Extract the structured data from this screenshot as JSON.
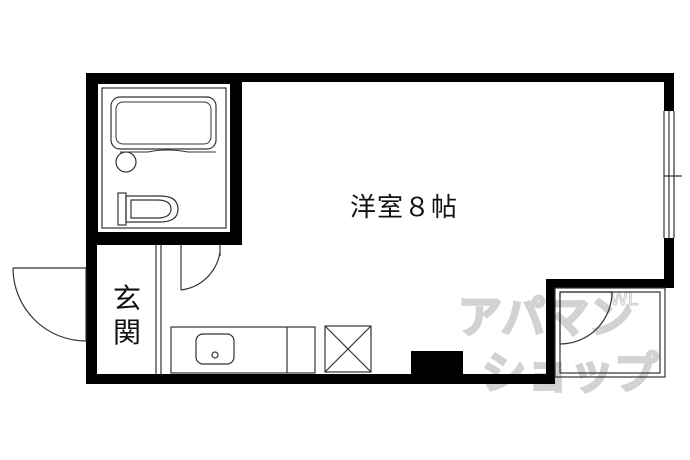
{
  "rooms": {
    "western_room": "洋室８帖",
    "entrance": "玄関"
  },
  "watermark": {
    "line1": "アパマン",
    "line2": "ショップ",
    "mark": "WL"
  },
  "colors": {
    "wall": "#000000",
    "line": "#333333",
    "watermark": "#d2d2d2"
  }
}
